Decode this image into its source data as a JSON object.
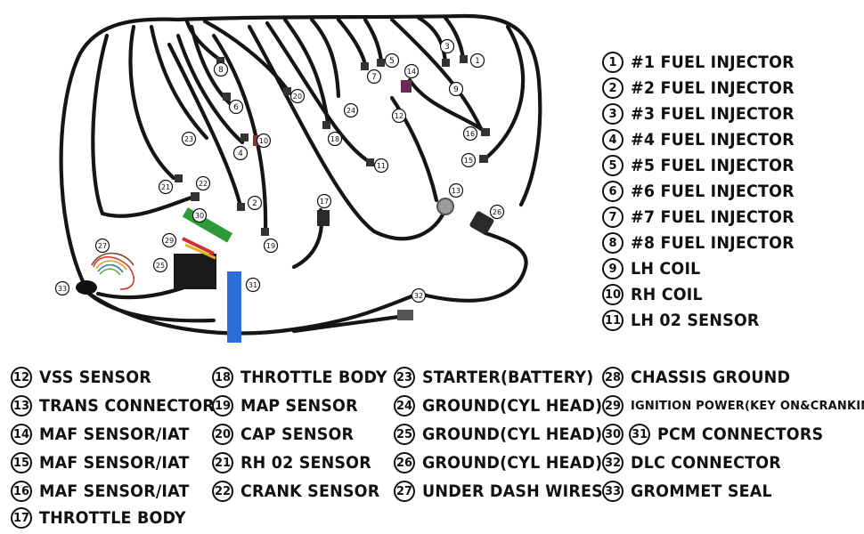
{
  "legend": [
    {
      "nums": [
        "1"
      ],
      "label": "#1 FUEL INJECTOR"
    },
    {
      "nums": [
        "2"
      ],
      "label": "#2 FUEL INJECTOR"
    },
    {
      "nums": [
        "3"
      ],
      "label": "#3 FUEL INJECTOR"
    },
    {
      "nums": [
        "4"
      ],
      "label": "#4 FUEL INJECTOR"
    },
    {
      "nums": [
        "5"
      ],
      "label": "#5 FUEL INJECTOR"
    },
    {
      "nums": [
        "6"
      ],
      "label": "#6 FUEL INJECTOR"
    },
    {
      "nums": [
        "7"
      ],
      "label": "#7 FUEL INJECTOR"
    },
    {
      "nums": [
        "8"
      ],
      "label": "#8 FUEL INJECTOR"
    },
    {
      "nums": [
        "9"
      ],
      "label": "LH COIL"
    },
    {
      "nums": [
        "10"
      ],
      "label": "RH COIL"
    },
    {
      "nums": [
        "11"
      ],
      "label": "LH 02 SENSOR"
    },
    {
      "nums": [
        "12"
      ],
      "label": "VSS SENSOR"
    },
    {
      "nums": [
        "13"
      ],
      "label": "TRANS CONNECTOR"
    },
    {
      "nums": [
        "14"
      ],
      "label": "MAF SENSOR/IAT"
    },
    {
      "nums": [
        "15"
      ],
      "label": "MAF SENSOR/IAT"
    },
    {
      "nums": [
        "16"
      ],
      "label": "MAF SENSOR/IAT"
    },
    {
      "nums": [
        "17"
      ],
      "label": "THROTTLE BODY"
    },
    {
      "nums": [
        "18"
      ],
      "label": "THROTTLE BODY"
    },
    {
      "nums": [
        "19"
      ],
      "label": "MAP SENSOR"
    },
    {
      "nums": [
        "20"
      ],
      "label": "CAP SENSOR"
    },
    {
      "nums": [
        "21"
      ],
      "label": "RH 02 SENSOR"
    },
    {
      "nums": [
        "22"
      ],
      "label": "CRANK SENSOR"
    },
    {
      "nums": [
        "23"
      ],
      "label": "STARTER(BATTERY)"
    },
    {
      "nums": [
        "24"
      ],
      "label": "GROUND(CYL HEAD)"
    },
    {
      "nums": [
        "25"
      ],
      "label": "GROUND(CYL HEAD)"
    },
    {
      "nums": [
        "26"
      ],
      "label": "GROUND(CYL HEAD)"
    },
    {
      "nums": [
        "27"
      ],
      "label": "UNDER DASH WIRES"
    },
    {
      "nums": [
        "28"
      ],
      "label": "CHASSIS GROUND"
    },
    {
      "nums": [
        "29"
      ],
      "label": "IGNITION POWER(KEY ON&CRANKING)"
    },
    {
      "nums": [
        "30",
        "31"
      ],
      "label": "PCM CONNECTORS"
    },
    {
      "nums": [
        "32"
      ],
      "label": "DLC CONNECTOR"
    },
    {
      "nums": [
        "33"
      ],
      "label": "GROMMET SEAL"
    }
  ],
  "callouts": [
    "1",
    "2",
    "3",
    "4",
    "5",
    "6",
    "7",
    "8",
    "9",
    "10",
    "11",
    "12",
    "13",
    "14",
    "15",
    "16",
    "17",
    "18",
    "19",
    "20",
    "21",
    "22",
    "23",
    "24",
    "25",
    "26",
    "27",
    "29",
    "30",
    "31",
    "32",
    "33"
  ],
  "colors": {
    "wire": "#151515",
    "text": "#111111",
    "connector_gray": "#8a8a8a",
    "connector_blue": "#3f6fd0",
    "pcm_board": "#2a6fd6",
    "green_board": "#2e9a3a"
  }
}
